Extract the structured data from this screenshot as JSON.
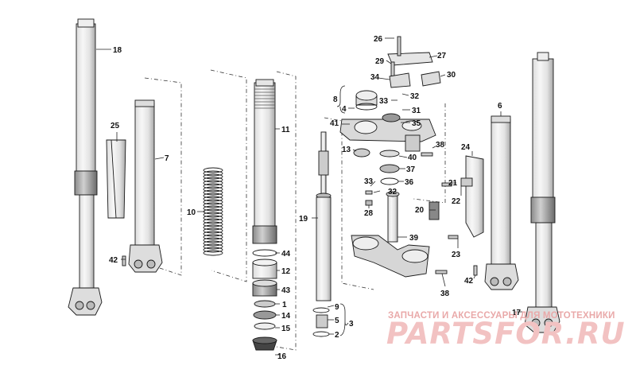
{
  "diagram": {
    "labels": {
      "l1": "1",
      "l2": "2",
      "l3": "3",
      "l4": "4",
      "l5": "5",
      "l6": "6",
      "l7": "7",
      "l8": "8",
      "l9": "9",
      "l10": "10",
      "l11": "11",
      "l12": "12",
      "l13": "13",
      "l14": "14",
      "l15": "15",
      "l16": "16",
      "l17": "17",
      "l18": "18",
      "l19": "19",
      "l20": "20",
      "l21": "21",
      "l22": "22",
      "l23": "23",
      "l24": "24",
      "l25": "25",
      "l26": "26",
      "l27": "27",
      "l28": "28",
      "l29": "29",
      "l30": "30",
      "l31": "31",
      "l32a": "32",
      "l32b": "32",
      "l33a": "33",
      "l33b": "33",
      "l34": "34",
      "l35": "35",
      "l36": "36",
      "l37": "37",
      "l38a": "38",
      "l38b": "38",
      "l39": "39",
      "l40": "40",
      "l41": "41",
      "l42a": "42",
      "l42b": "42",
      "l43": "43",
      "l44": "44"
    }
  },
  "watermark": {
    "tagline": "ЗАПЧАСТИ И АКСЕССУАРЫ ДЛЯ МОТОТЕХНИКИ",
    "brand": "PARTSFOR.RU"
  }
}
